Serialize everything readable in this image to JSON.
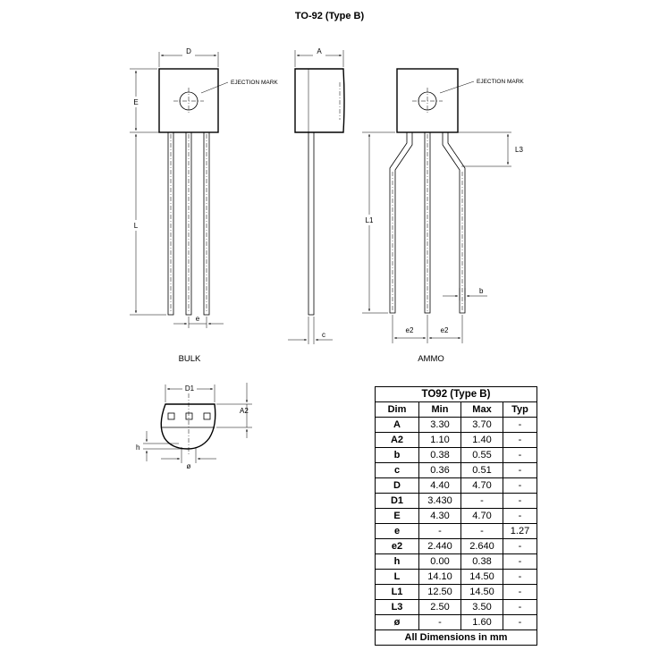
{
  "title": "TO-92 (Type B)",
  "labels": {
    "D": "D",
    "A": "A",
    "E": "E",
    "L": "L",
    "e": "e",
    "c": "c",
    "L1": "L1",
    "L3": "L3",
    "b": "b",
    "e2_left": "e2",
    "e2_right": "e2",
    "D1": "D1",
    "A2": "A2",
    "h": "h",
    "phi": "ø",
    "ejection_mark_left": "EJECTION MARK",
    "ejection_mark_right": "EJECTION MARK",
    "bulk": "BULK",
    "ammo": "AMMO"
  },
  "table": {
    "title": "TO92 (Type B)",
    "headers": [
      "Dim",
      "Min",
      "Max",
      "Typ"
    ],
    "rows": [
      [
        "A",
        "3.30",
        "3.70",
        "-"
      ],
      [
        "A2",
        "1.10",
        "1.40",
        "-"
      ],
      [
        "b",
        "0.38",
        "0.55",
        "-"
      ],
      [
        "c",
        "0.36",
        "0.51",
        "-"
      ],
      [
        "D",
        "4.40",
        "4.70",
        "-"
      ],
      [
        "D1",
        "3.430",
        "-",
        "-"
      ],
      [
        "E",
        "4.30",
        "4.70",
        "-"
      ],
      [
        "e",
        "-",
        "-",
        "1.27"
      ],
      [
        "e2",
        "2.440",
        "2.640",
        "-"
      ],
      [
        "h",
        "0.00",
        "0.38",
        "-"
      ],
      [
        "L",
        "14.10",
        "14.50",
        "-"
      ],
      [
        "L1",
        "12.50",
        "14.50",
        "-"
      ],
      [
        "L3",
        "2.50",
        "3.50",
        "-"
      ],
      [
        "ø",
        "-",
        "1.60",
        "-"
      ]
    ],
    "footer": "All Dimensions in mm"
  }
}
